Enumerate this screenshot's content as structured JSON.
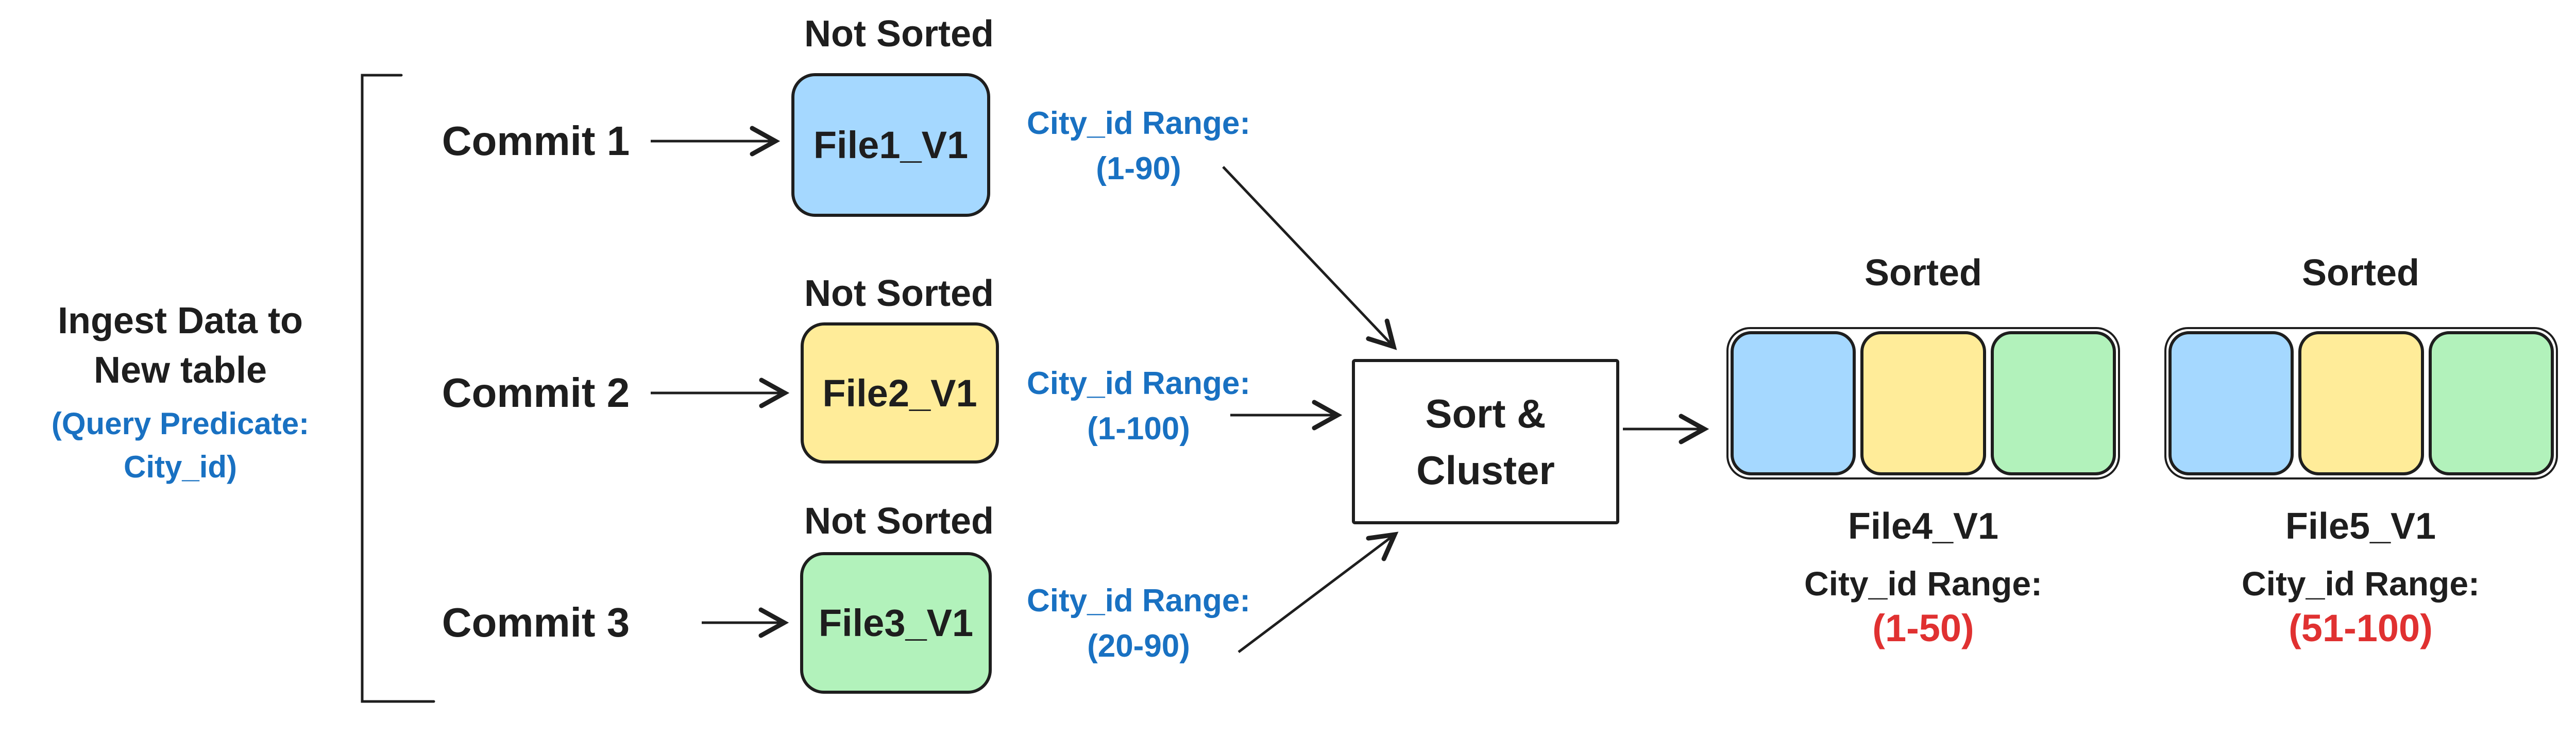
{
  "colors": {
    "ink": "#1e1e1e",
    "blue_text": "#1971c2",
    "red_text": "#e03131",
    "blue_fill": "#a5d8ff",
    "yellow_fill": "#ffec99",
    "green_fill": "#b2f2bb",
    "background": "#ffffff"
  },
  "left_note": {
    "line1": "Ingest Data to",
    "line2": "New table",
    "sub1": "(Query Predicate:",
    "sub2": "City_id)"
  },
  "commits": [
    {
      "label": "Commit 1",
      "status": "Not Sorted",
      "file": "File1_V1",
      "fill": "#a5d8ff",
      "range_label": "City_id Range:",
      "range_value": "(1-90)"
    },
    {
      "label": "Commit 2",
      "status": "Not Sorted",
      "file": "File2_V1",
      "fill": "#ffec99",
      "range_label": "City_id Range:",
      "range_value": "(1-100)"
    },
    {
      "label": "Commit 3",
      "status": "Not Sorted",
      "file": "File3_V1",
      "fill": "#b2f2bb",
      "range_label": "City_id Range:",
      "range_value": "(20-90)"
    }
  ],
  "process": {
    "line1": "Sort &",
    "line2": "Cluster"
  },
  "outputs": [
    {
      "status": "Sorted",
      "file": "File4_V1",
      "range_label": "City_id Range:",
      "range_value": "(1-50)",
      "segments": [
        "#a5d8ff",
        "#ffec99",
        "#b2f2bb"
      ]
    },
    {
      "status": "Sorted",
      "file": "File5_V1",
      "range_label": "City_id Range:",
      "range_value": "(51-100)",
      "segments": [
        "#a5d8ff",
        "#ffec99",
        "#b2f2bb"
      ]
    }
  ]
}
